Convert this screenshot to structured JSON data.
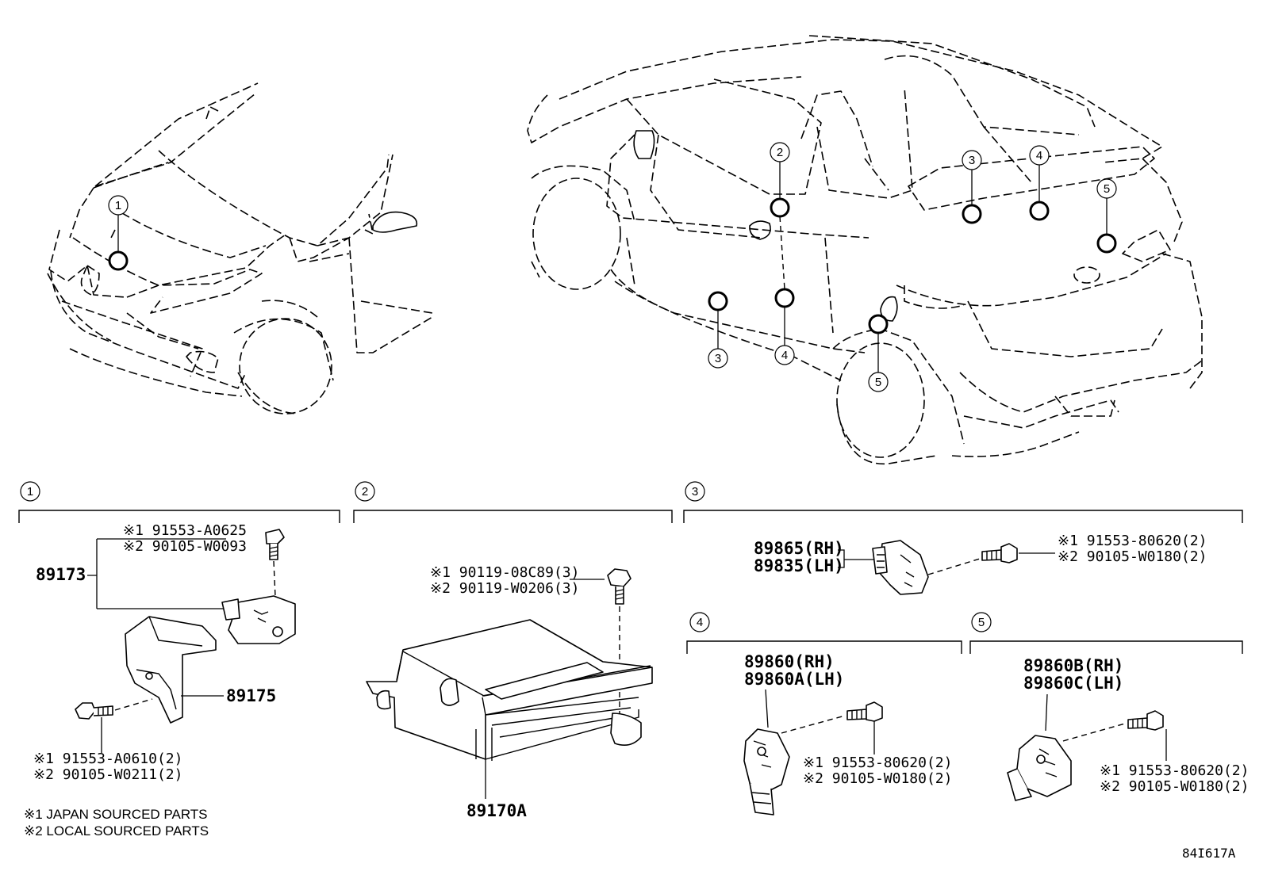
{
  "diagram_code": "84I617A",
  "front_car": {
    "callouts": [
      "1"
    ]
  },
  "rear_car": {
    "callouts_top": [
      "2",
      "3",
      "4",
      "5"
    ],
    "callouts_bottom": [
      "3",
      "4",
      "5"
    ]
  },
  "legend": {
    "note1": "※1  JAPAN SOURCED PARTS",
    "note2": "※2  LOCAL SOURCED PARTS"
  },
  "groups": {
    "g1": {
      "number": "1",
      "sensor_part": "89173",
      "bracket_part": "89175",
      "bolt_top_1": "※1 91553-A0625",
      "bolt_top_2": "※2 90105-W0093",
      "bolt_bottom_1": "※1 91553-A0610(2)",
      "bolt_bottom_2": "※2 90105-W0211(2)"
    },
    "g2": {
      "number": "2",
      "module_part": "89170A",
      "bolt_1": "※1 90119-08C89(3)",
      "bolt_2": "※2 90119-W0206(3)"
    },
    "g3": {
      "number": "3",
      "part_rh": "89865(RH)",
      "part_lh": "89835(LH)",
      "bolt_1": "※1 91553-80620(2)",
      "bolt_2": "※2 90105-W0180(2)"
    },
    "g4": {
      "number": "4",
      "part_rh": "89860(RH)",
      "part_lh": "89860A(LH)",
      "bolt_1": "※1 91553-80620(2)",
      "bolt_2": "※2 90105-W0180(2)"
    },
    "g5": {
      "number": "5",
      "part_rh": "89860B(RH)",
      "part_lh": "89860C(LH)",
      "bolt_1": "※1 91553-80620(2)",
      "bolt_2": "※2 90105-W0180(2)"
    }
  }
}
